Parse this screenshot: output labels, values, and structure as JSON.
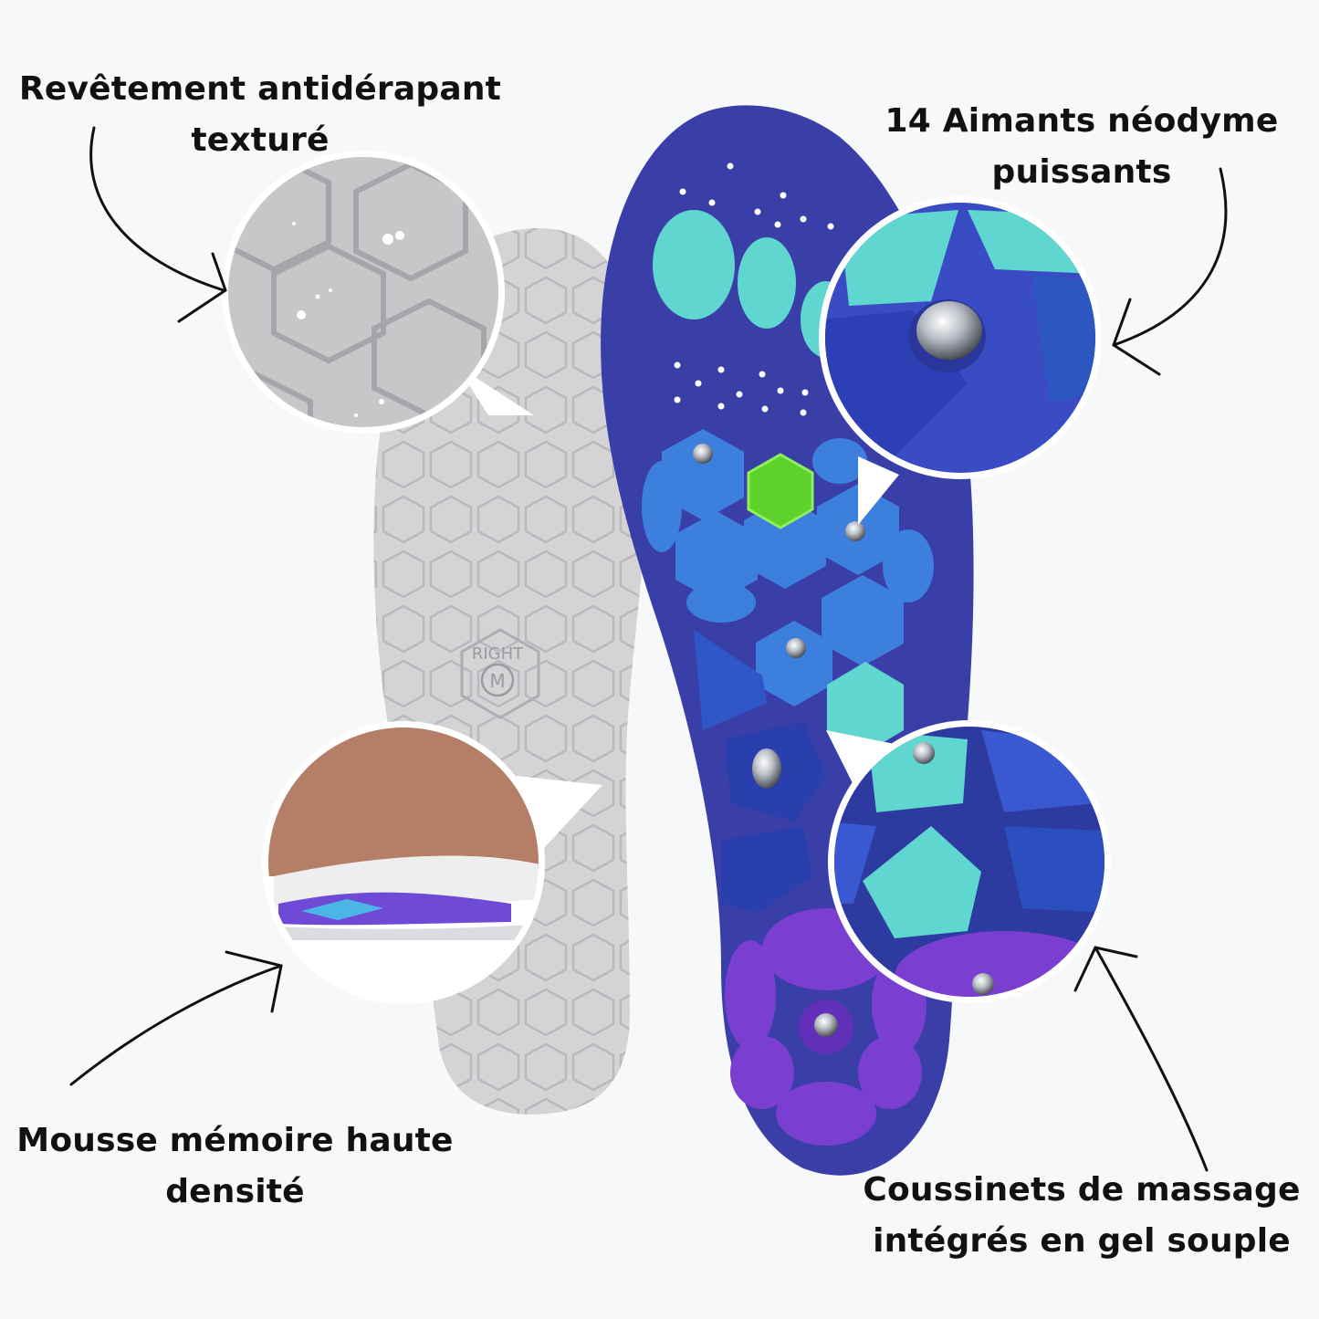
{
  "callouts": {
    "texture": {
      "line1": "Revêtement antidérapant",
      "line2": "texturé"
    },
    "magnets": {
      "line1": "14 Aimants néodyme",
      "line2": "puissants"
    },
    "memory_foam": {
      "line1": "Mousse mémoire haute",
      "line2": "densité"
    },
    "gel_pads": {
      "line1": "Coussinets de massage",
      "line2": "intégrés en gel souple"
    }
  },
  "insole_print": {
    "side": "RIGHT",
    "size": "M"
  },
  "colors": {
    "background": "#f7f8fa",
    "insole_top": "#3a3fa8",
    "gel_blue": "#3d7fdc",
    "gel_teal": "#5fd6d0",
    "gel_purple": "#7a3fd0",
    "center_gem": "#5ed12a",
    "insole_bottom": "#d3d3d5"
  },
  "icons": [
    "arrow-icon",
    "magnet-icon",
    "zoom-circle-icon"
  ]
}
